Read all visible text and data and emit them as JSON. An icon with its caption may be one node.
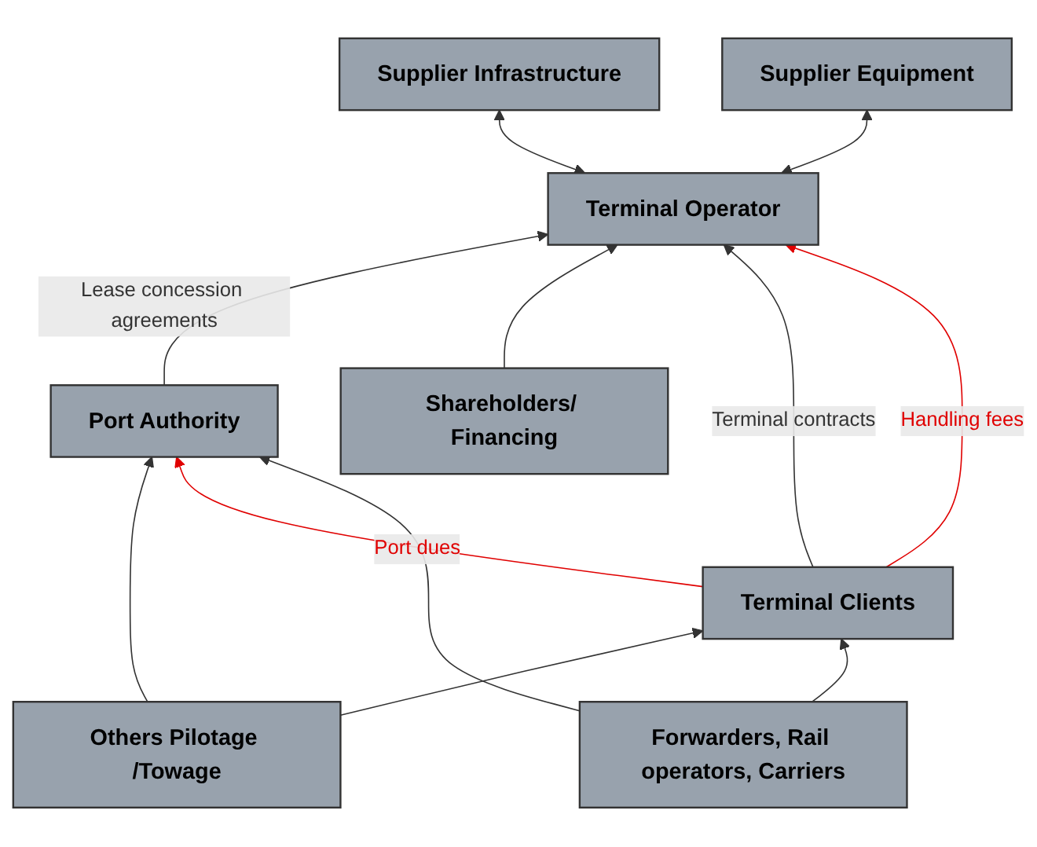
{
  "diagram": {
    "nodes": [
      {
        "text": [
          "Port Authority"
        ]
      },
      {
        "text": [
          "Shareholders/ Financing"
        ]
      },
      {
        "text": [
          "Terminal Operator"
        ]
      },
      {
        "text": [
          "Supplier Infrastructure"
        ]
      },
      {
        "text": [
          "Supplier Equipment"
        ]
      },
      {
        "text": [
          "Terminal Clients"
        ]
      },
      {
        "text": [
          "Others Pilotage /Towage"
        ]
      },
      {
        "text": [
          "Forwarders, Rail operators, Carriers"
        ]
      }
    ],
    "edges": [
      {
        "from": 6,
        "to": 0,
        "arrow": "to"
      },
      {
        "from": 0,
        "to": 2,
        "label": "Lease concession agreements",
        "arrow": "to"
      },
      {
        "from": 5,
        "to": 0,
        "label": "Port dues",
        "arrow": "to",
        "color": "#e00000"
      },
      {
        "from": 1,
        "to": 2,
        "arrow": "to"
      },
      {
        "from": 2,
        "to": 3,
        "arrow": "both"
      },
      {
        "from": 2,
        "to": 4,
        "arrow": "both"
      },
      {
        "from": 5,
        "to": 2,
        "label": "Terminal contracts",
        "arrow": "to"
      },
      {
        "from": 5,
        "to": 2,
        "label": "Handling fees",
        "arrow": "to",
        "color": "#e00000"
      },
      {
        "from": 6,
        "to": 5,
        "arrow": "to"
      },
      {
        "from": 7,
        "to": 5,
        "arrow": "to"
      },
      {
        "from": 7,
        "to": 0,
        "arrow": "to"
      }
    ]
  }
}
